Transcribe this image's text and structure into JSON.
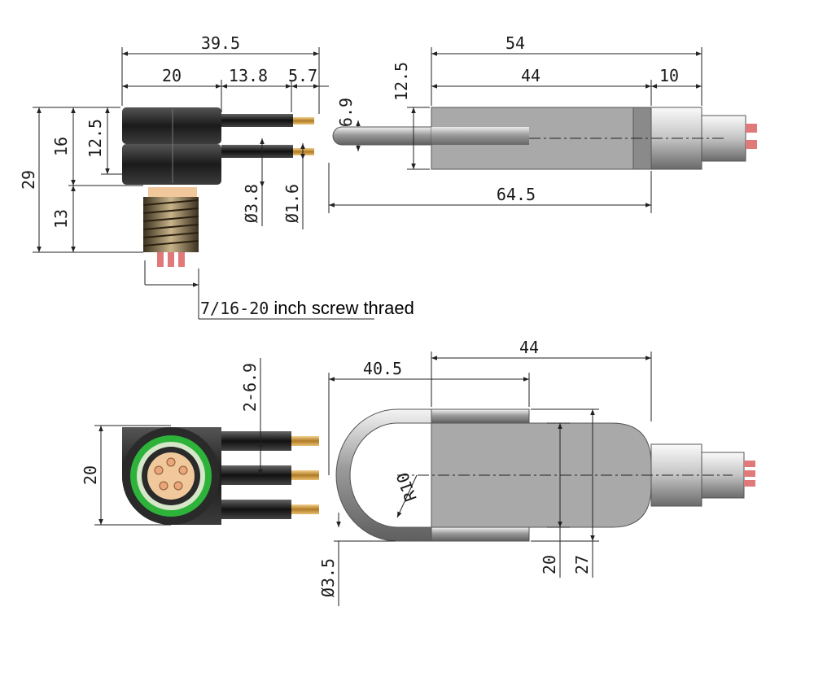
{
  "top_view": {
    "dims": {
      "overall_sensor_width": "39.5",
      "body_width": "20",
      "pin_length": "13.8",
      "pin_tip": "5.7",
      "pin_spacing": "6.9",
      "top_height": "12.5",
      "body_height": "16",
      "total_height": "29",
      "thread_height": "13",
      "pin_diameter": "Ø3.8",
      "tip_diameter": "Ø1.6",
      "handle_length": "54",
      "handle_body": "44",
      "connector": "10",
      "handle_height": "12.5",
      "probe_length": "64.5"
    },
    "thread_note": {
      "part1": "7/16-20",
      "part2": " inch screw thraed"
    }
  },
  "bottom_view": {
    "dims": {
      "face_height": "20",
      "pin_pitch": "2-6.9",
      "loop_length": "40.5",
      "body_length": "44",
      "bend_radius": "R10",
      "rod_diameter": "Ø3.5",
      "inner_height": "20",
      "outer_height": "27"
    }
  },
  "colors": {
    "sensor_body": "#2a2a2a",
    "pin_tip": "#d6a04a",
    "handle": "#a9a9a9",
    "connector": "#d9d9d9",
    "seal_ring": "#2db33a",
    "insert": "#f0c89c",
    "thread": "#6b5a3a",
    "contacts": "#e07a7a"
  }
}
